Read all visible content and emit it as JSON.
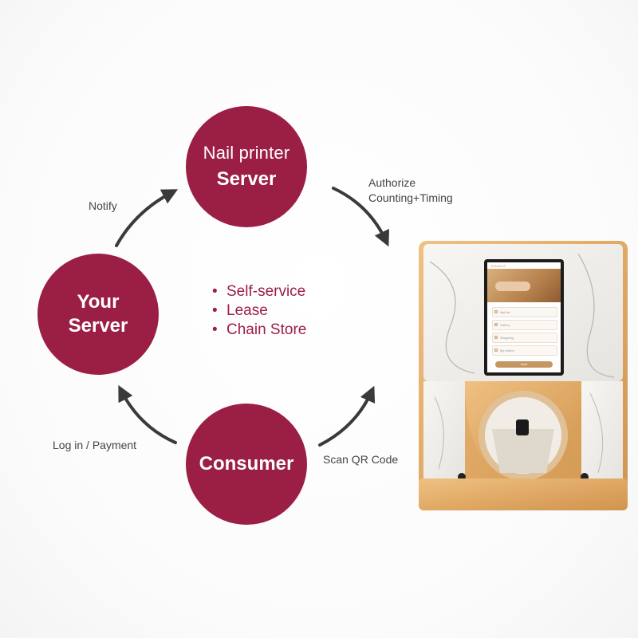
{
  "nodes": {
    "printer_server": {
      "line1": "Nail printer",
      "line2": "Server"
    },
    "your_server": {
      "line1": "Your",
      "line2": "Server"
    },
    "consumer": {
      "label": "Consumer"
    }
  },
  "edges": {
    "notify": "Notify",
    "authorize_line1": "Authorize",
    "authorize_line2": "Counting+Timing",
    "login_payment": "Log in / Payment",
    "scan_qr": "Scan QR Code"
  },
  "features": [
    "Self-service",
    "Lease",
    "Chain Store"
  ],
  "machine_screen": {
    "brand": "O2NAILS",
    "menu_items": [
      "Nail art",
      "Gallery",
      "Shopping",
      "My orders"
    ],
    "cta": "Start"
  },
  "colors": {
    "node": "#9b1f45",
    "wood": "#e2ae6c",
    "marble": "#f2f1ee",
    "arrow": "#3a3a3a"
  }
}
